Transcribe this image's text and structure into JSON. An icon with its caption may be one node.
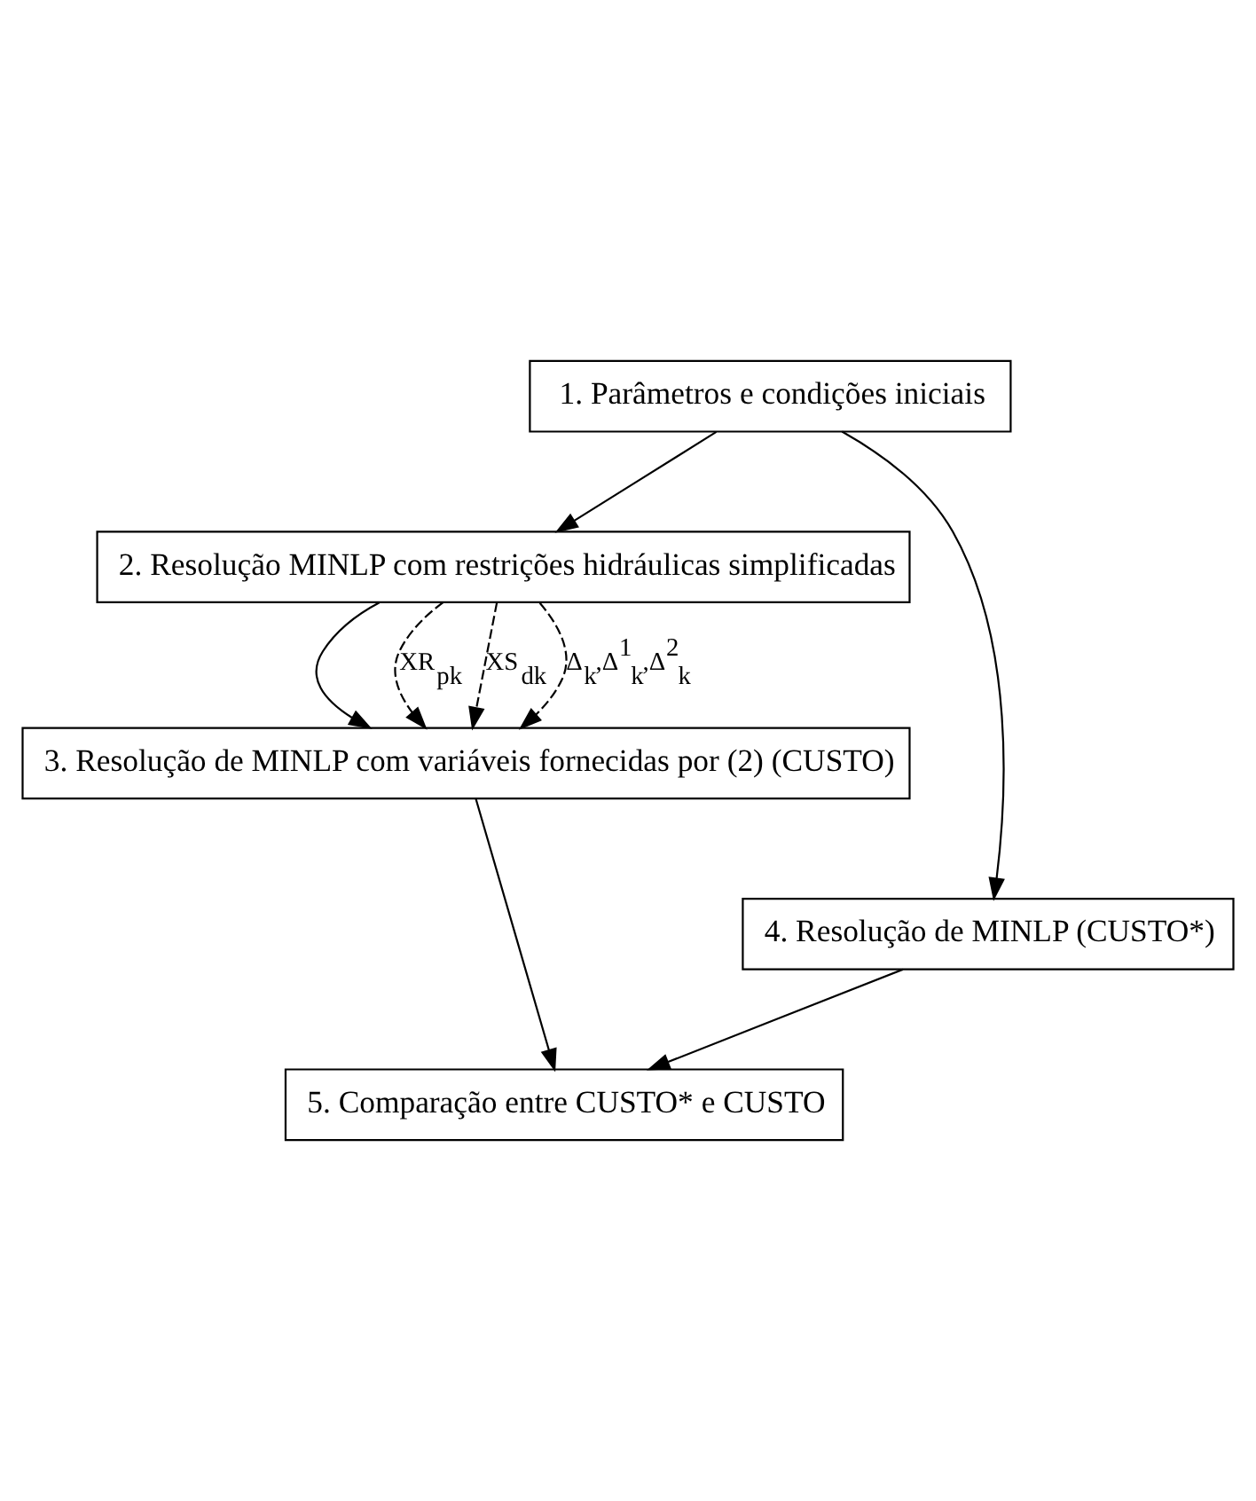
{
  "diagram": {
    "nodes": [
      {
        "text": [
          "1. Parâmetros e condições iniciais"
        ]
      },
      {
        "text": [
          "2. Resolução MINLP com restrições hidráulicas simplificadas"
        ]
      },
      {
        "text": [
          "3. Resolução de MINLP com variáveis fornecidas por (2) (CUSTO)"
        ]
      },
      {
        "text": [
          "4. Resolução de MINLP (CUSTO*)"
        ]
      },
      {
        "text": [
          "5. Comparação entre CUSTO* e CUSTO"
        ]
      }
    ],
    "edges": [
      {
        "from": 0,
        "to": 1,
        "arrow": "to"
      },
      {
        "from": 1,
        "to": 2,
        "arrow": "to"
      },
      {
        "from": 1,
        "to": 2,
        "arrow": "to",
        "style": "dashed",
        "label": "XR$_{pk}$"
      },
      {
        "from": 1,
        "to": 2,
        "arrow": "to",
        "style": "dashed",
        "label": "XS$_{dk}$"
      },
      {
        "from": 1,
        "to": 2,
        "arrow": "to",
        "style": "dashed",
        "label": "Δ$_{k}$,Δ$^{1}$$_{k}$,Δ$^{2}$$_{k}$"
      },
      {
        "from": 0,
        "to": 3,
        "arrow": "to"
      },
      {
        "from": 2,
        "to": 4,
        "arrow": "to"
      },
      {
        "from": 3,
        "to": 4,
        "arrow": "to"
      }
    ]
  }
}
